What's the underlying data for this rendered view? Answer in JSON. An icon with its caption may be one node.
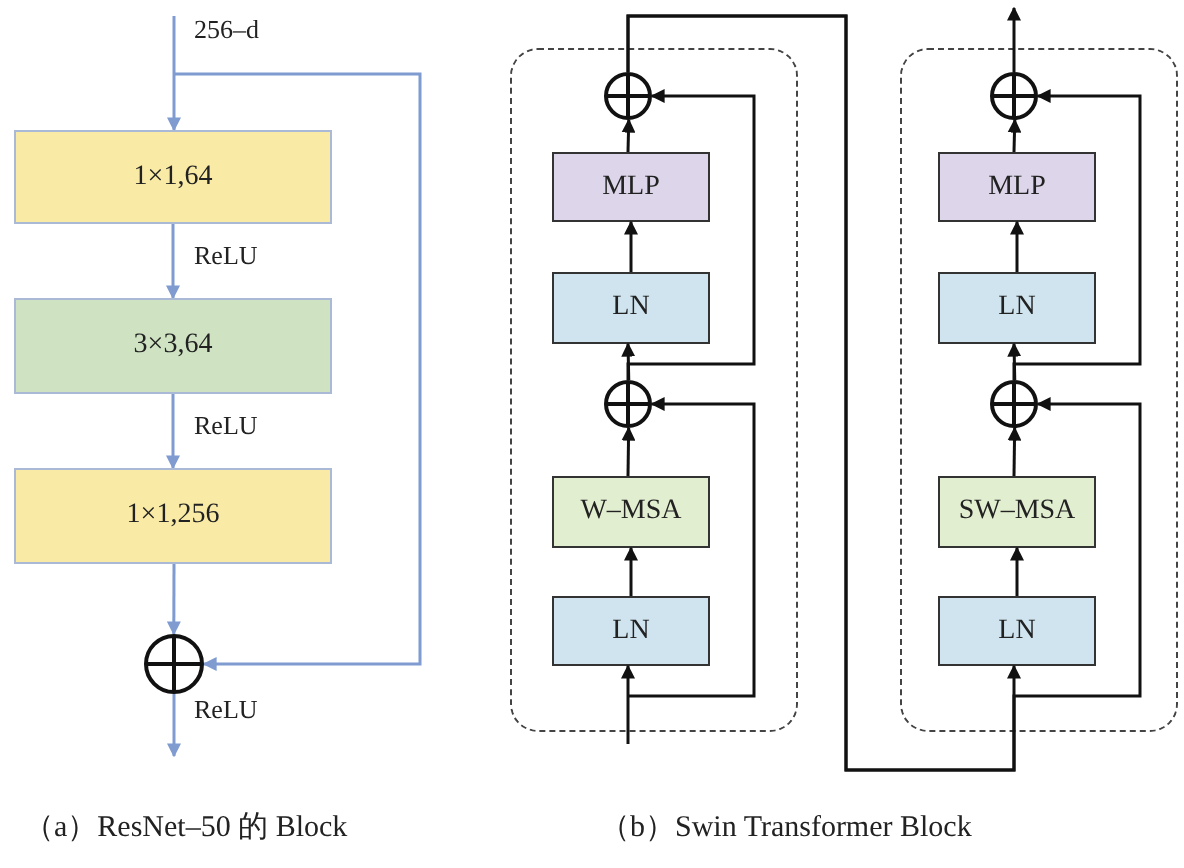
{
  "diagram": {
    "nodes": [
      {
        "text": [
          "1×1,64"
        ]
      },
      {
        "text": [
          "3×3,64"
        ]
      },
      {
        "text": [
          "1×1,256"
        ]
      },
      {
        "text": [],
        "shape": "circle"
      },
      {
        "text": [],
        "shape": "box"
      },
      {
        "text": [],
        "shape": "circle",
        "in": 4
      },
      {
        "text": [
          "MLP"
        ],
        "in": 4
      },
      {
        "text": [
          "LN"
        ],
        "in": 4
      },
      {
        "text": [],
        "shape": "circle",
        "in": 4
      },
      {
        "text": [
          "W–MSA"
        ],
        "in": 4
      },
      {
        "text": [
          "LN"
        ],
        "in": 4
      },
      {
        "text": [],
        "shape": "box"
      },
      {
        "text": [],
        "shape": "circle",
        "in": 11
      },
      {
        "text": [
          "MLP"
        ],
        "in": 11
      },
      {
        "text": [
          "LN"
        ],
        "in": 11
      },
      {
        "text": [],
        "shape": "circle",
        "in": 11
      },
      {
        "text": [
          "SW–MSA"
        ],
        "in": 11
      },
      {
        "text": [
          "LN"
        ],
        "in": 11
      }
    ],
    "edges": [
      {
        "from": null,
        "to": 0,
        "arrow": "to",
        "label": "256–d",
        "color": "#7f9bd0"
      },
      {
        "from": 0,
        "to": 1,
        "arrow": "to",
        "label": "ReLU",
        "color": "#7f9bd0"
      },
      {
        "from": 1,
        "to": 2,
        "arrow": "to",
        "label": "ReLU",
        "color": "#7f9bd0"
      },
      {
        "from": 2,
        "to": 3,
        "arrow": "to",
        "color": "#7f9bd0"
      },
      {
        "from": null,
        "to": 3,
        "arrow": "to",
        "color": "#7f9bd0"
      },
      {
        "from": 3,
        "to": null,
        "arrow": "to",
        "label": "ReLU",
        "color": "#7f9bd0"
      },
      {
        "from": null,
        "to": 10,
        "arrow": "to"
      },
      {
        "from": 10,
        "to": 9,
        "arrow": "to"
      },
      {
        "from": 9,
        "to": 8,
        "arrow": "to"
      },
      {
        "from": 8,
        "to": 7,
        "arrow": "to"
      },
      {
        "from": 7,
        "to": 6,
        "arrow": "to"
      },
      {
        "from": 6,
        "to": 5,
        "arrow": "to"
      },
      {
        "from": null,
        "to": 8,
        "arrow": "to"
      },
      {
        "from": 8,
        "to": 5,
        "arrow": "to"
      },
      {
        "from": 5,
        "to": 17,
        "arrow": "to"
      },
      {
        "from": 5,
        "to": 15,
        "arrow": "to"
      },
      {
        "from": 17,
        "to": 16,
        "arrow": "to"
      },
      {
        "from": 16,
        "to": 15,
        "arrow": "to"
      },
      {
        "from": 15,
        "to": 14,
        "arrow": "to"
      },
      {
        "from": 14,
        "to": 13,
        "arrow": "to"
      },
      {
        "from": 13,
        "to": 12,
        "arrow": "to"
      },
      {
        "from": 15,
        "to": 12,
        "arrow": "to"
      },
      {
        "from": 12,
        "to": null,
        "arrow": "to"
      }
    ],
    "labels": [
      "（a）ResNet–50 的 Block",
      "（b）Swin Transformer Block"
    ]
  }
}
